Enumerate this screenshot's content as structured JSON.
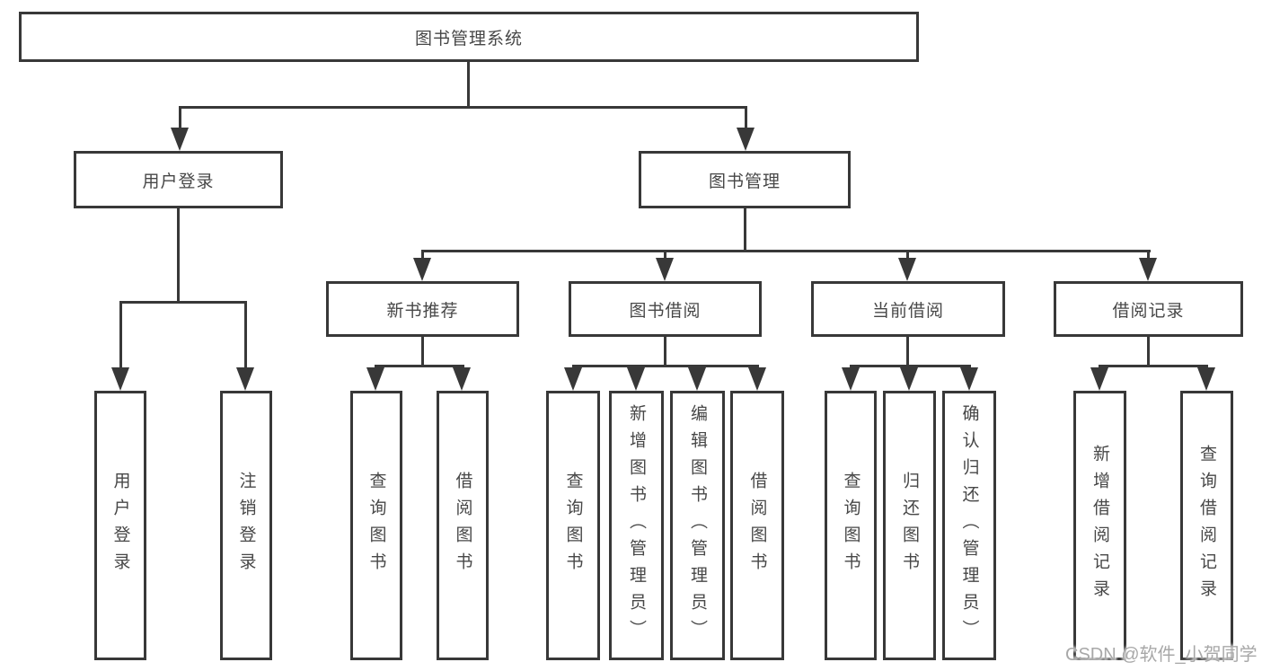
{
  "diagram_title": "图书管理系统",
  "colors": {
    "line": "#383838",
    "box_border": "#383838",
    "box_fill": "#ffffff",
    "text": "#474747",
    "background": "#ffffff",
    "watermark": "#a8a8a8"
  },
  "watermark": {
    "text": "CSDN @软件_小贺同学"
  },
  "tree": {
    "label": "图书管理系统",
    "children": [
      {
        "label": "用户登录",
        "children": [
          {
            "label": "用户登录"
          },
          {
            "label": "注销登录"
          }
        ]
      },
      {
        "label": "图书管理",
        "children": [
          {
            "label": "新书推荐",
            "children": [
              {
                "label": "查询图书"
              },
              {
                "label": "借阅图书"
              }
            ]
          },
          {
            "label": "图书借阅",
            "children": [
              {
                "label": "查询图书"
              },
              {
                "label": "新增图书（管理员）"
              },
              {
                "label": "编辑图书（管理员）"
              },
              {
                "label": "借阅图书"
              }
            ]
          },
          {
            "label": "当前借阅",
            "children": [
              {
                "label": "查询图书"
              },
              {
                "label": "归还图书"
              },
              {
                "label": "确认归还（管理员）"
              }
            ]
          },
          {
            "label": "借阅记录",
            "children": [
              {
                "label": "新增借阅记录"
              },
              {
                "label": "查询借阅记录"
              }
            ]
          }
        ]
      }
    ]
  }
}
